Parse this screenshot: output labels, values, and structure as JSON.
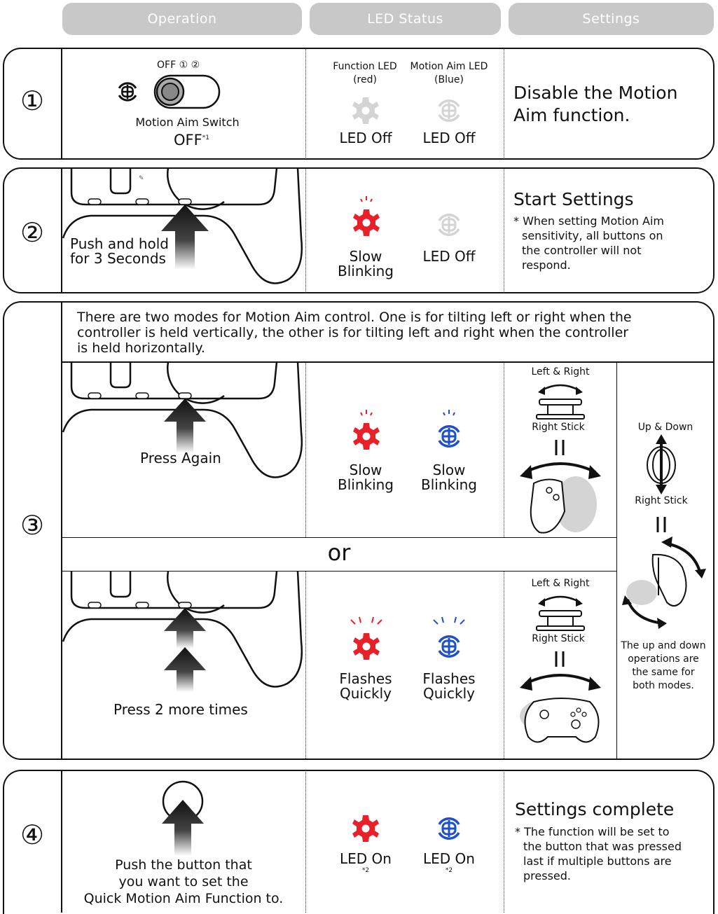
{
  "header": {
    "operation": "Operation",
    "led_status": "LED Status",
    "settings": "Settings"
  },
  "colors": {
    "red": "#e8202a",
    "blue": "#1e50c8",
    "gray": "#c8c8c8",
    "light": "#d4d4d4"
  },
  "step1": {
    "num": "①",
    "switch_marks": "OFF ① ②",
    "switch_label": "Motion Aim Switch",
    "switch_state": "OFF",
    "switch_note": "*1",
    "func_led_title": "Function LED",
    "func_led_sub": "(red)",
    "aim_led_title": "Motion Aim LED",
    "aim_led_sub": "(Blue)",
    "func_status": "LED Off",
    "aim_status": "LED Off",
    "setting_line1": "Disable the Motion",
    "setting_line2": "Aim function."
  },
  "step2": {
    "num": "②",
    "op_line1": "Push and hold",
    "op_line2": "for 3 Seconds",
    "func_line1": "Slow",
    "func_line2": "Blinking",
    "aim_status": "LED Off",
    "setting_title": "Start Settings",
    "note_line1": "* When setting Motion Aim",
    "note_line2": "sensitivity, all buttons on",
    "note_line3": "the controller will not",
    "note_line4": "respond."
  },
  "step3": {
    "num": "③",
    "intro_line1": "There are two modes for Motion Aim control. One is for tilting left or right when the",
    "intro_line2": "controller is held vertically, the other is for tilting left and right when the controller",
    "intro_line3": "is held horizontally.",
    "modeA_op": "Press Again",
    "modeA_func1": "Slow",
    "modeA_func2": "Blinking",
    "modeA_aim1": "Slow",
    "modeA_aim2": "Blinking",
    "modeA_dir": "Left & Right",
    "modeA_stick": "Right Stick",
    "or_label": "or",
    "modeB_op": "Press 2 more times",
    "modeB_func1": "Flashes",
    "modeB_func2": "Quickly",
    "modeB_aim1": "Flashes",
    "modeB_aim2": "Quickly",
    "modeB_dir": "Left & Right",
    "modeB_stick": "Right Stick",
    "ud_dir": "Up & Down",
    "ud_stick": "Right Stick",
    "ud_line1": "The up and down",
    "ud_line2": "operations are",
    "ud_line3": "the same for",
    "ud_line4": "both modes."
  },
  "step4": {
    "num": "④",
    "op_line1": "Push the button that",
    "op_line2": "you want to set the",
    "op_line3": "Quick Motion Aim Function to.",
    "func_status": "LED On",
    "func_note": "*2",
    "aim_status": "LED On",
    "aim_note": "*2",
    "setting_title": "Settings complete",
    "note_line1": "* The function will be set to",
    "note_line2": "the button that was pressed",
    "note_line3": "last if multiple buttons are",
    "note_line4": "pressed."
  }
}
